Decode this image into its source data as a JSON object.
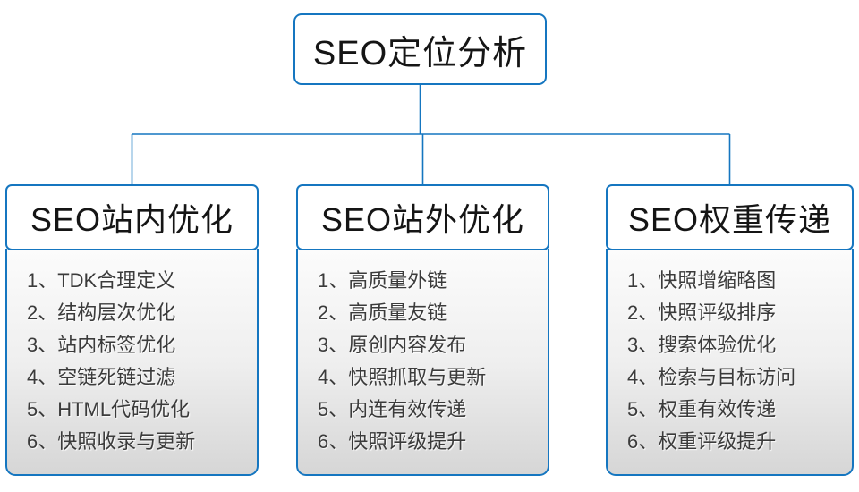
{
  "diagram": {
    "accent_color": "#1576c0",
    "root": {
      "title": "SEO定位分析"
    },
    "columns": [
      {
        "title": "SEO站内优化",
        "items": [
          "1、TDK合理定义",
          "2、结构层次优化",
          "3、站内标签优化",
          "4、空链死链过滤",
          "5、HTML代码优化",
          "6、快照收录与更新"
        ]
      },
      {
        "title": "SEO站外优化",
        "items": [
          "1、高质量外链",
          "2、高质量友链",
          "3、原创内容发布",
          "4、快照抓取与更新",
          "5、内连有效传递",
          "6、快照评级提升"
        ]
      },
      {
        "title": "SEO权重传递",
        "items": [
          "1、快照增缩略图",
          "2、快照评级排序",
          "3、搜索体验优化",
          "4、检索与目标访问",
          "5、权重有效传递",
          "6、权重评级提升"
        ]
      }
    ]
  }
}
